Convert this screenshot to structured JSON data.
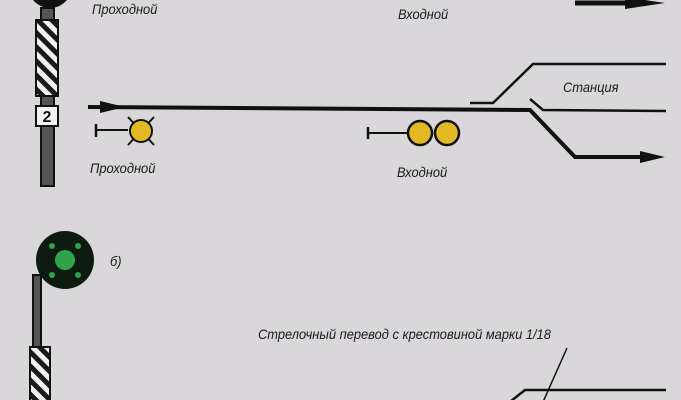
{
  "labels": {
    "top_passing": "Проходной",
    "top_entry": "Входной",
    "passing": "Проходной",
    "entry": "Входной",
    "station": "Станция",
    "section_b": "б)",
    "switch_note": "Стрелочный перевод с крестовиной марки 1/18",
    "plate_number": "2"
  },
  "colors": {
    "background": "#d9d7da",
    "track": "#111111",
    "yellow_light": "#e3b923",
    "green_light": "#2fa34a",
    "signal_head": "#0d1a10"
  }
}
